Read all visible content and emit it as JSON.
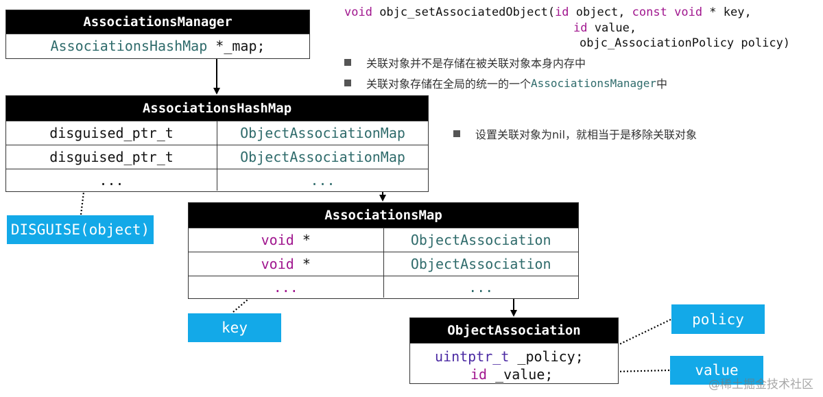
{
  "manager": {
    "title": "AssociationsManager",
    "field_type": "AssociationsHashMap",
    "field_name": "*_map;"
  },
  "hashmap": {
    "title": "AssociationsHashMap",
    "rows": [
      {
        "key": "disguised_ptr_t",
        "value": "ObjectAssociationMap"
      },
      {
        "key": "disguised_ptr_t",
        "value": "ObjectAssociationMap"
      },
      {
        "key": "...",
        "value": "..."
      }
    ]
  },
  "assocmap": {
    "title": "AssociationsMap",
    "rows": [
      {
        "key_kw": "void",
        "key_rest": "*",
        "value": "ObjectAssociation"
      },
      {
        "key_kw": "void",
        "key_rest": "*",
        "value": "ObjectAssociation"
      },
      {
        "key_kw": "...",
        "key_rest": "",
        "value": "..."
      }
    ]
  },
  "objassoc": {
    "title": "ObjectAssociation",
    "line1_type": "uintptr_t",
    "line1_name": "_policy;",
    "line2_type": "id",
    "line2_name": "_value;"
  },
  "tags": {
    "disguise": "DISGUISE(object)",
    "key": "key",
    "policy": "policy",
    "value": "value"
  },
  "signature": {
    "l1_void": "void",
    "l1_name": " objc_setAssociatedObject(",
    "l1_id": "id",
    "l1_obj": " object, ",
    "l1_const": "const",
    "l1_sp": " ",
    "l1_void2": "void",
    "l1_rest": " * key,",
    "l2_id": "id",
    "l2_rest": " value,",
    "l3": "objc_AssociationPolicy policy)"
  },
  "notes": {
    "n1": "关联对象并不是存储在被关联对象本身内存中",
    "n2_pre": "关联对象存储在全局的统一的一个",
    "n2_code": "AssociationsManager",
    "n2_post": "中",
    "n3": "设置关联对象为nil，就相当于是移除关联对象"
  },
  "watermark": "@稀土掘金技术社区",
  "colors": {
    "tag_bg": "#13a9e8",
    "keyword": "#a0168e",
    "type_teal": "#2f6b6b",
    "header_bg": "#000000"
  }
}
